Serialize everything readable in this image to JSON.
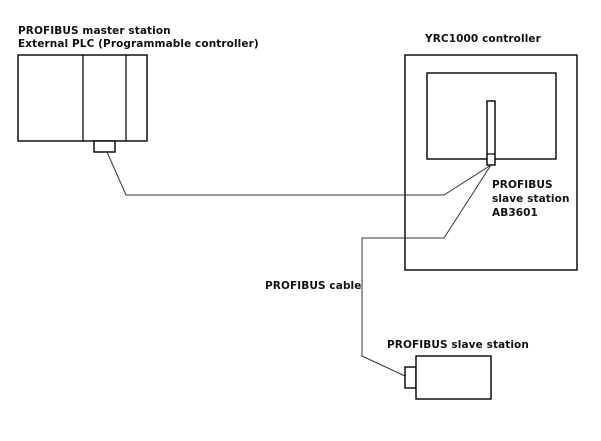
{
  "diagram": {
    "master": {
      "title_line1": "PROFIBUS master station",
      "title_line2": "External PLC (Programmable controller)"
    },
    "controller": {
      "title": "YRC1000 controller"
    },
    "board": {
      "line1": "PROFIBUS",
      "line2": "slave station",
      "line3": "AB3601"
    },
    "cable": {
      "label": "PROFIBUS cable"
    },
    "slave": {
      "title": "PROFIBUS slave station"
    }
  }
}
